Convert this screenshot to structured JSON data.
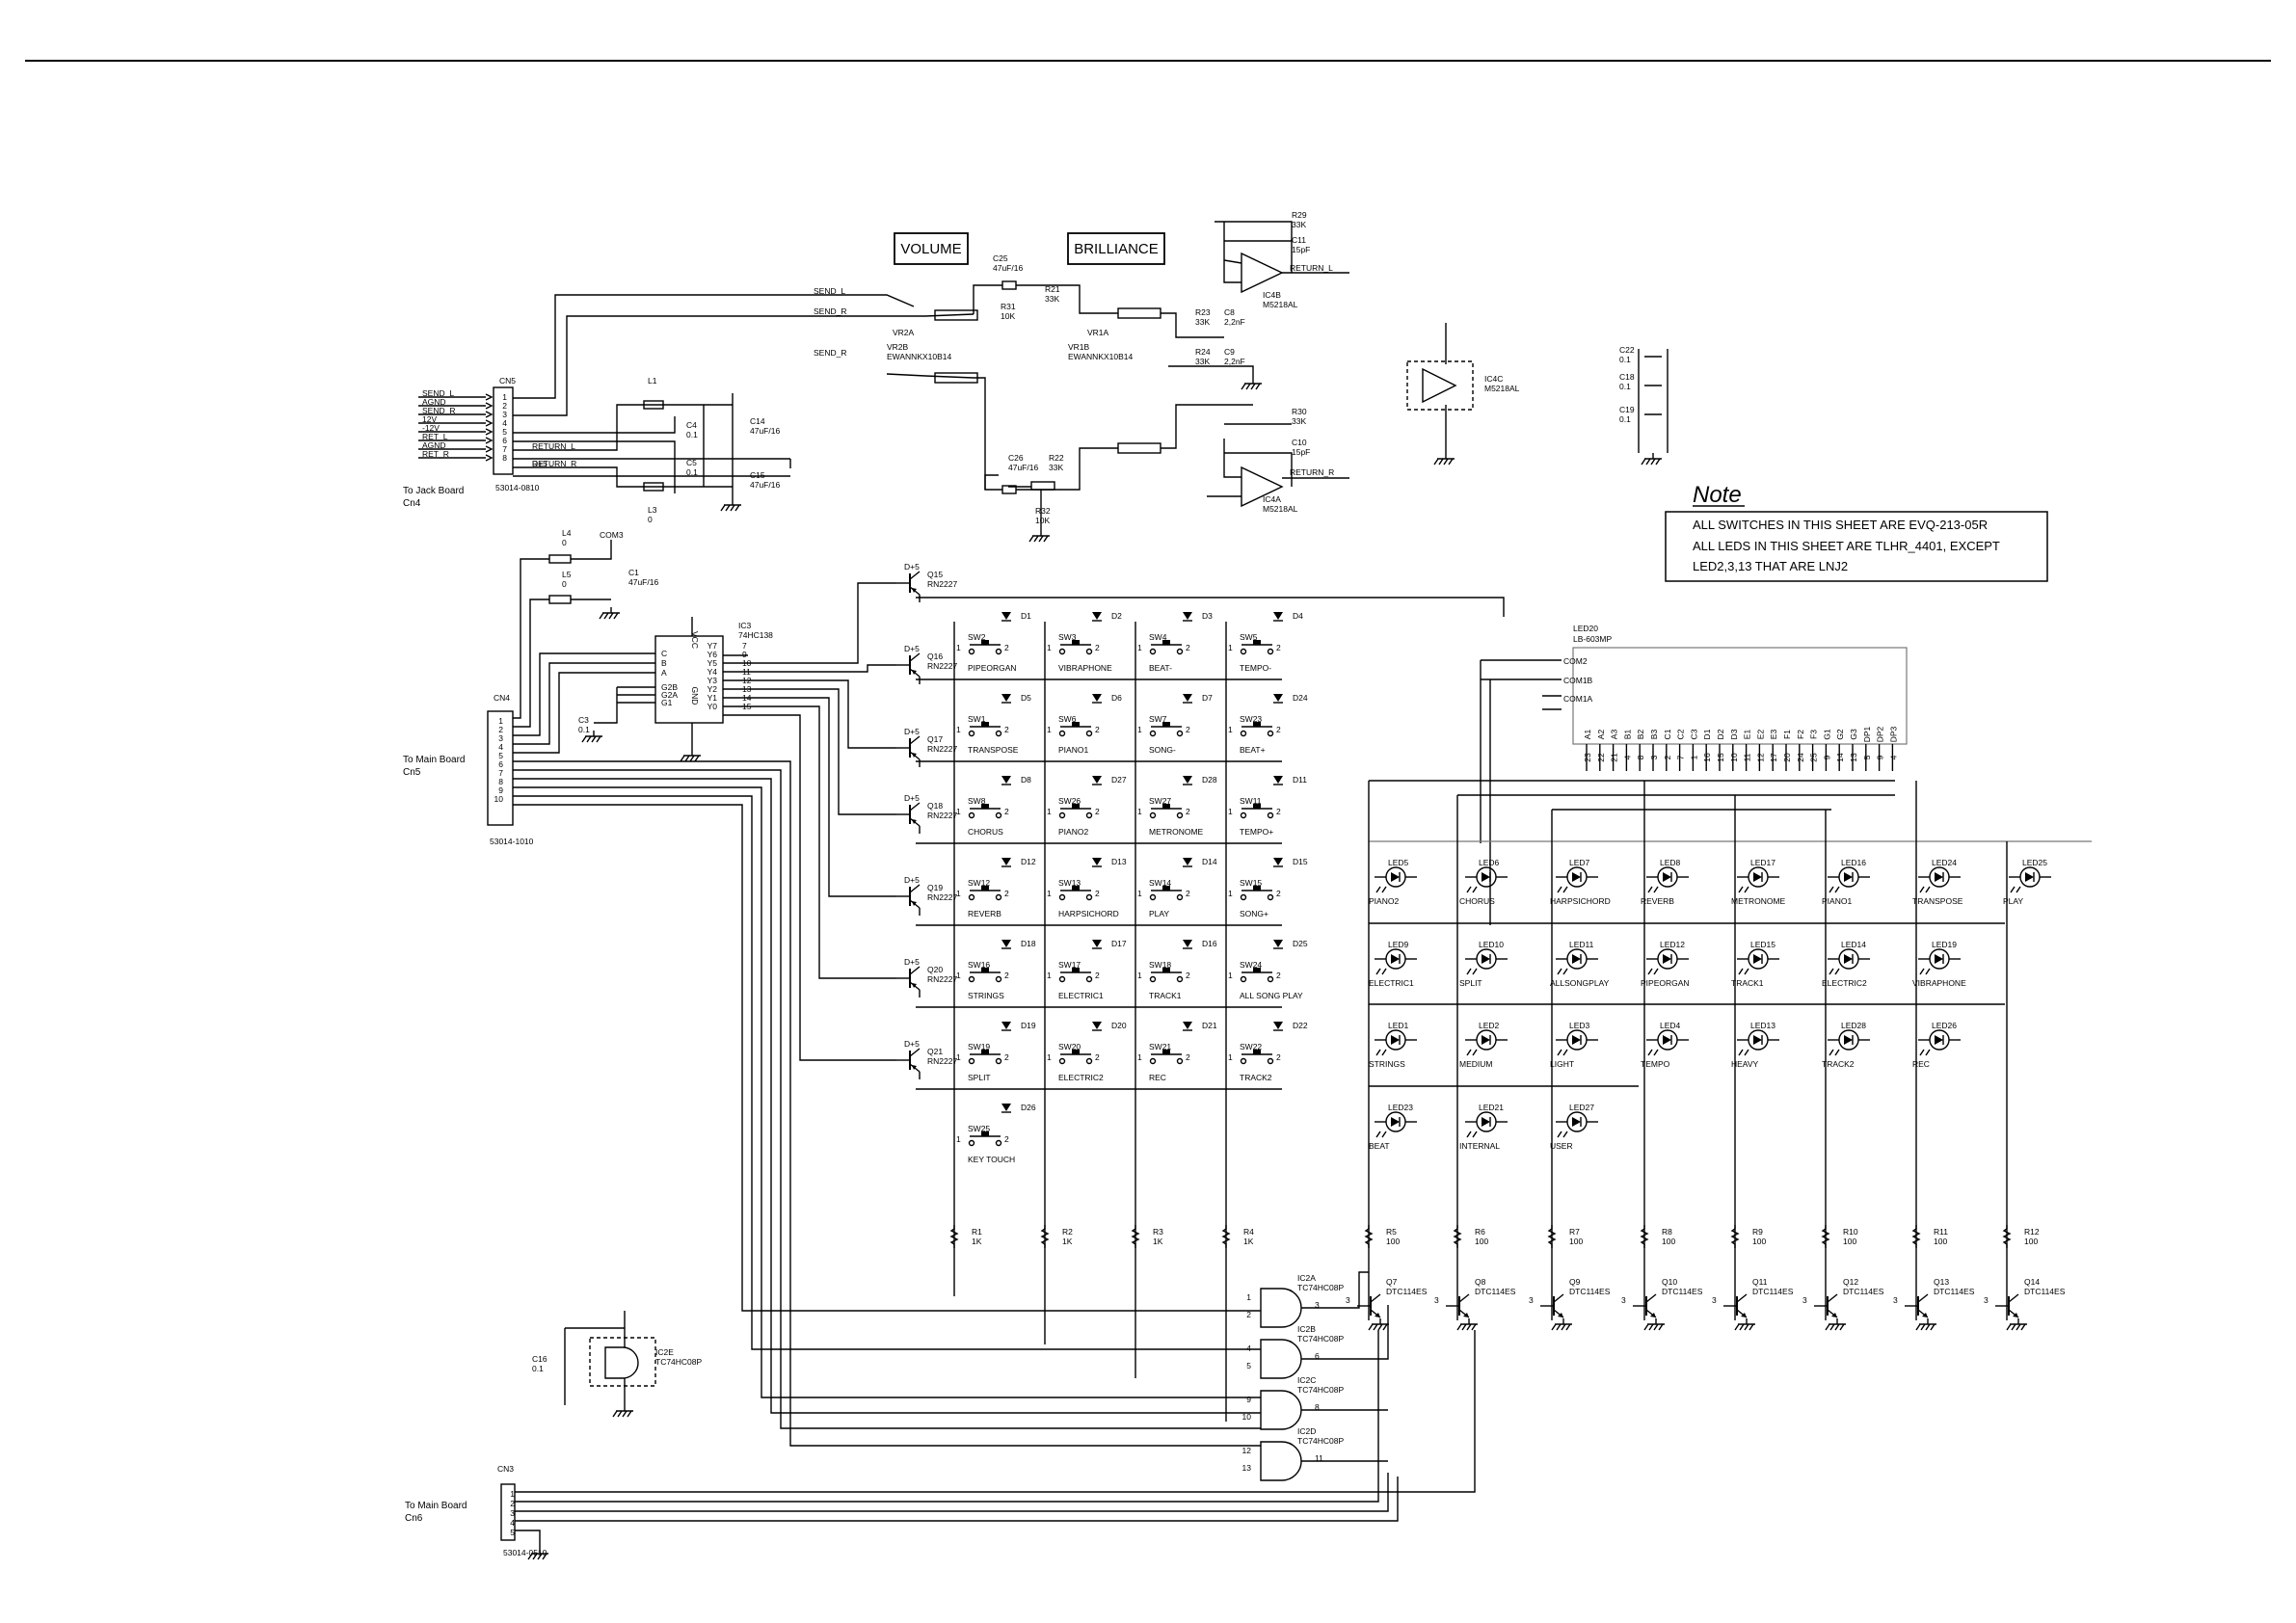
{
  "labels": {
    "volume": "VOLUME",
    "brilliance": "BRILLIANCE",
    "note_title": "Note",
    "note_lines": [
      "ALL SWITCHES IN THIS SHEET ARE EVQ-213-05R",
      "ALL LEDS IN THIS SHEET ARE TLHR_4401, EXCEPT",
      "LED2,3,13 THAT ARE LNJ2"
    ]
  },
  "connectors": [
    {
      "id": "CN5",
      "part": "53014-0810",
      "dest": [
        "To Jack Board",
        "Cn4"
      ],
      "pins": [
        "SEND_L",
        "AGND",
        "SEND_R",
        "12V",
        "-12V",
        "RET_L",
        "AGND",
        "RET_R"
      ]
    },
    {
      "id": "CN4",
      "part": "53014-1010",
      "dest": [
        "To Main Board",
        "Cn5"
      ],
      "pins": [
        "1",
        "2",
        "3",
        "4",
        "5",
        "6",
        "7",
        "8",
        "9",
        "10"
      ]
    },
    {
      "id": "CN3",
      "part": "53014-0510",
      "dest": [
        "To Main Board",
        "Cn6"
      ],
      "pins": [
        "1",
        "2",
        "3",
        "4",
        "5"
      ]
    }
  ],
  "nets": [
    "SEND_L",
    "SEND_R",
    "SEND_R",
    "RETURN_L",
    "RETURN_R",
    "RETURN_R",
    "RETURN_L",
    "D+5",
    "COM3",
    "COM2",
    "COM1B",
    "COM1A"
  ],
  "audio_parts": [
    {
      "ref": "C25",
      "val": "47uF/16"
    },
    {
      "ref": "R21",
      "val": "33K"
    },
    {
      "ref": "R31",
      "val": "10K"
    },
    {
      "ref": "VR2A",
      "val": ""
    },
    {
      "ref": "VR2B",
      "val": "EWANNKX10B14"
    },
    {
      "ref": "VR1A",
      "val": ""
    },
    {
      "ref": "VR1B",
      "val": "EWANNKX10B14"
    },
    {
      "ref": "R23",
      "val": "33K"
    },
    {
      "ref": "C8",
      "val": "2,2nF"
    },
    {
      "ref": "R24",
      "val": "33K"
    },
    {
      "ref": "C9",
      "val": "2,2nF"
    },
    {
      "ref": "R29",
      "val": "33K"
    },
    {
      "ref": "C11",
      "val": "15pF"
    },
    {
      "ref": "IC4B",
      "val": "M5218AL"
    },
    {
      "ref": "R30",
      "val": "33K"
    },
    {
      "ref": "C10",
      "val": "15pF"
    },
    {
      "ref": "IC4A",
      "val": "M5218AL"
    },
    {
      "ref": "C26",
      "val": "47uF/16"
    },
    {
      "ref": "R22",
      "val": "33K"
    },
    {
      "ref": "R32",
      "val": "10K"
    },
    {
      "ref": "IC4C",
      "val": "M5218AL"
    },
    {
      "ref": "L1",
      "val": ""
    },
    {
      "ref": "L3",
      "val": "0"
    },
    {
      "ref": "C4",
      "val": "0.1"
    },
    {
      "ref": "C5",
      "val": "0.1"
    },
    {
      "ref": "C14",
      "val": "47uF/16"
    },
    {
      "ref": "C15",
      "val": "47uF/16"
    },
    {
      "ref": "C22",
      "val": "0.1"
    },
    {
      "ref": "C18",
      "val": "0.1"
    },
    {
      "ref": "C19",
      "val": "0.1"
    },
    {
      "ref": "L4",
      "val": "0"
    },
    {
      "ref": "L5",
      "val": "0"
    },
    {
      "ref": "C1",
      "val": "47uF/16"
    },
    {
      "ref": "C3",
      "val": "0.1"
    },
    {
      "ref": "C16",
      "val": "0.1"
    },
    {
      "ref": "IC2E",
      "val": "TC74HC08P"
    }
  ],
  "decoder": {
    "ref": "IC3",
    "part": "74HC138",
    "in_pins": [
      "C",
      "B",
      "A",
      "G2B",
      "G2A",
      "G1"
    ],
    "out_pins": [
      "Y7",
      "Y6",
      "Y5",
      "Y4",
      "Y3",
      "Y2",
      "Y1",
      "Y0"
    ],
    "out_nums": [
      "7",
      "9",
      "10",
      "11",
      "12",
      "13",
      "14",
      "15"
    ],
    "vcc": "VCC",
    "gnd": "GND"
  },
  "row_transistors": [
    {
      "ref": "Q15",
      "part": "RN2227"
    },
    {
      "ref": "Q16",
      "part": "RN2227"
    },
    {
      "ref": "Q17",
      "part": "RN2227"
    },
    {
      "ref": "Q18",
      "part": "RN2227"
    },
    {
      "ref": "Q19",
      "part": "RN2227"
    },
    {
      "ref": "Q20",
      "part": "RN2227"
    },
    {
      "ref": "Q21",
      "part": "RN2227"
    }
  ],
  "switch_rows": [
    [
      {
        "sw": "SW2",
        "d": "D1",
        "name": "PIPEORGAN"
      },
      {
        "sw": "SW3",
        "d": "D2",
        "name": "VIBRAPHONE"
      },
      {
        "sw": "SW4",
        "d": "D3",
        "name": "BEAT-"
      },
      {
        "sw": "SW5",
        "d": "D4",
        "name": "TEMPO-"
      }
    ],
    [
      {
        "sw": "SW1",
        "d": "D5",
        "name": "TRANSPOSE"
      },
      {
        "sw": "SW6",
        "d": "D6",
        "name": "PIANO1"
      },
      {
        "sw": "SW7",
        "d": "D7",
        "name": "SONG-"
      },
      {
        "sw": "SW23",
        "d": "D24",
        "name": "BEAT+"
      }
    ],
    [
      {
        "sw": "SW8",
        "d": "D8",
        "name": "CHORUS"
      },
      {
        "sw": "SW26",
        "d": "D27",
        "name": "PIANO2"
      },
      {
        "sw": "SW27",
        "d": "D28",
        "name": "METRONOME"
      },
      {
        "sw": "SW11",
        "d": "D11",
        "name": "TEMPO+"
      }
    ],
    [
      {
        "sw": "SW12",
        "d": "D12",
        "name": "REVERB"
      },
      {
        "sw": "SW13",
        "d": "D13",
        "name": "HARPSICHORD"
      },
      {
        "sw": "SW14",
        "d": "D14",
        "name": "PLAY"
      },
      {
        "sw": "SW15",
        "d": "D15",
        "name": "SONG+"
      }
    ],
    [
      {
        "sw": "SW16",
        "d": "D18",
        "name": "STRINGS"
      },
      {
        "sw": "SW17",
        "d": "D17",
        "name": "ELECTRIC1"
      },
      {
        "sw": "SW18",
        "d": "D16",
        "name": "TRACK1"
      },
      {
        "sw": "SW24",
        "d": "D25",
        "name": "ALL SONG PLAY"
      }
    ],
    [
      {
        "sw": "SW19",
        "d": "D19",
        "name": "SPLIT"
      },
      {
        "sw": "SW20",
        "d": "D20",
        "name": "ELECTRIC2"
      },
      {
        "sw": "SW21",
        "d": "D21",
        "name": "REC"
      },
      {
        "sw": "SW22",
        "d": "D22",
        "name": "TRACK2"
      }
    ],
    [
      {
        "sw": "SW25",
        "d": "D26",
        "name": "KEY TOUCH"
      }
    ]
  ],
  "display": {
    "ref": "LED20",
    "part": "LB-603MP",
    "seg_letters": [
      "A1",
      "A2",
      "A3",
      "B1",
      "B2",
      "B3",
      "C1",
      "C2",
      "C3",
      "D1",
      "D2",
      "D3",
      "E1",
      "E2",
      "E3",
      "F1",
      "F2",
      "F3",
      "G1",
      "G2",
      "G3",
      "DP1",
      "DP2",
      "DP3"
    ],
    "seg_pins": [
      "23",
      "22",
      "21",
      "4",
      "8",
      "3",
      "2",
      "7",
      "1",
      "16",
      "15",
      "10",
      "11",
      "12",
      "17",
      "20",
      "24",
      "25",
      "9",
      "14",
      "13",
      "5",
      "9",
      "4"
    ]
  },
  "led_rows": [
    [
      {
        "ref": "LED5",
        "name": "PIANO2"
      },
      {
        "ref": "LED6",
        "name": "CHORUS"
      },
      {
        "ref": "LED7",
        "name": "HARPSICHORD"
      },
      {
        "ref": "LED8",
        "name": "REVERB"
      },
      {
        "ref": "LED17",
        "name": "METRONOME"
      },
      {
        "ref": "LED16",
        "name": "PIANO1"
      },
      {
        "ref": "LED24",
        "name": "TRANSPOSE"
      },
      {
        "ref": "LED25",
        "name": "PLAY"
      }
    ],
    [
      {
        "ref": "LED9",
        "name": "ELECTRIC1"
      },
      {
        "ref": "LED10",
        "name": "SPLIT"
      },
      {
        "ref": "LED11",
        "name": "ALLSONGPLAY"
      },
      {
        "ref": "LED12",
        "name": "PIPEORGAN"
      },
      {
        "ref": "LED15",
        "name": "TRACK1"
      },
      {
        "ref": "LED14",
        "name": "ELECTRIC2"
      },
      {
        "ref": "LED19",
        "name": "VIBRAPHONE"
      }
    ],
    [
      {
        "ref": "LED1",
        "name": "STRINGS"
      },
      {
        "ref": "LED2",
        "name": "MEDIUM"
      },
      {
        "ref": "LED3",
        "name": "LIGHT"
      },
      {
        "ref": "LED4",
        "name": "TEMPO"
      },
      {
        "ref": "LED13",
        "name": "HEAVY"
      },
      {
        "ref": "LED28",
        "name": "TRACK2"
      },
      {
        "ref": "LED26",
        "name": "REC"
      }
    ],
    [
      {
        "ref": "LED23",
        "name": "BEAT"
      },
      {
        "ref": "LED21",
        "name": "INTERNAL"
      },
      {
        "ref": "LED27",
        "name": "USER"
      }
    ]
  ],
  "col_resistors": [
    {
      "ref": "R1",
      "val": "1K"
    },
    {
      "ref": "R2",
      "val": "1K"
    },
    {
      "ref": "R3",
      "val": "1K"
    },
    {
      "ref": "R4",
      "val": "1K"
    }
  ],
  "led_resistors": [
    {
      "ref": "R5",
      "val": "100"
    },
    {
      "ref": "R6",
      "val": "100"
    },
    {
      "ref": "R7",
      "val": "100"
    },
    {
      "ref": "R8",
      "val": "100"
    },
    {
      "ref": "R9",
      "val": "100"
    },
    {
      "ref": "R10",
      "val": "100"
    },
    {
      "ref": "R11",
      "val": "100"
    },
    {
      "ref": "R12",
      "val": "100"
    }
  ],
  "led_drivers": [
    {
      "ref": "Q7",
      "part": "DTC114ES"
    },
    {
      "ref": "Q8",
      "part": "DTC114ES"
    },
    {
      "ref": "Q9",
      "part": "DTC114ES"
    },
    {
      "ref": "Q10",
      "part": "DTC114ES"
    },
    {
      "ref": "Q11",
      "part": "DTC114ES"
    },
    {
      "ref": "Q12",
      "part": "DTC114ES"
    },
    {
      "ref": "Q13",
      "part": "DTC114ES"
    },
    {
      "ref": "Q14",
      "part": "DTC114ES"
    }
  ],
  "and_gates": [
    {
      "ref": "IC2A",
      "part": "TC74HC08P",
      "pins": [
        "1",
        "2",
        "3"
      ]
    },
    {
      "ref": "IC2B",
      "part": "TC74HC08P",
      "pins": [
        "4",
        "5",
        "6"
      ]
    },
    {
      "ref": "IC2C",
      "part": "TC74HC08P",
      "pins": [
        "9",
        "10",
        "8"
      ]
    },
    {
      "ref": "IC2D",
      "part": "TC74HC08P",
      "pins": [
        "12",
        "13",
        "11"
      ]
    }
  ]
}
